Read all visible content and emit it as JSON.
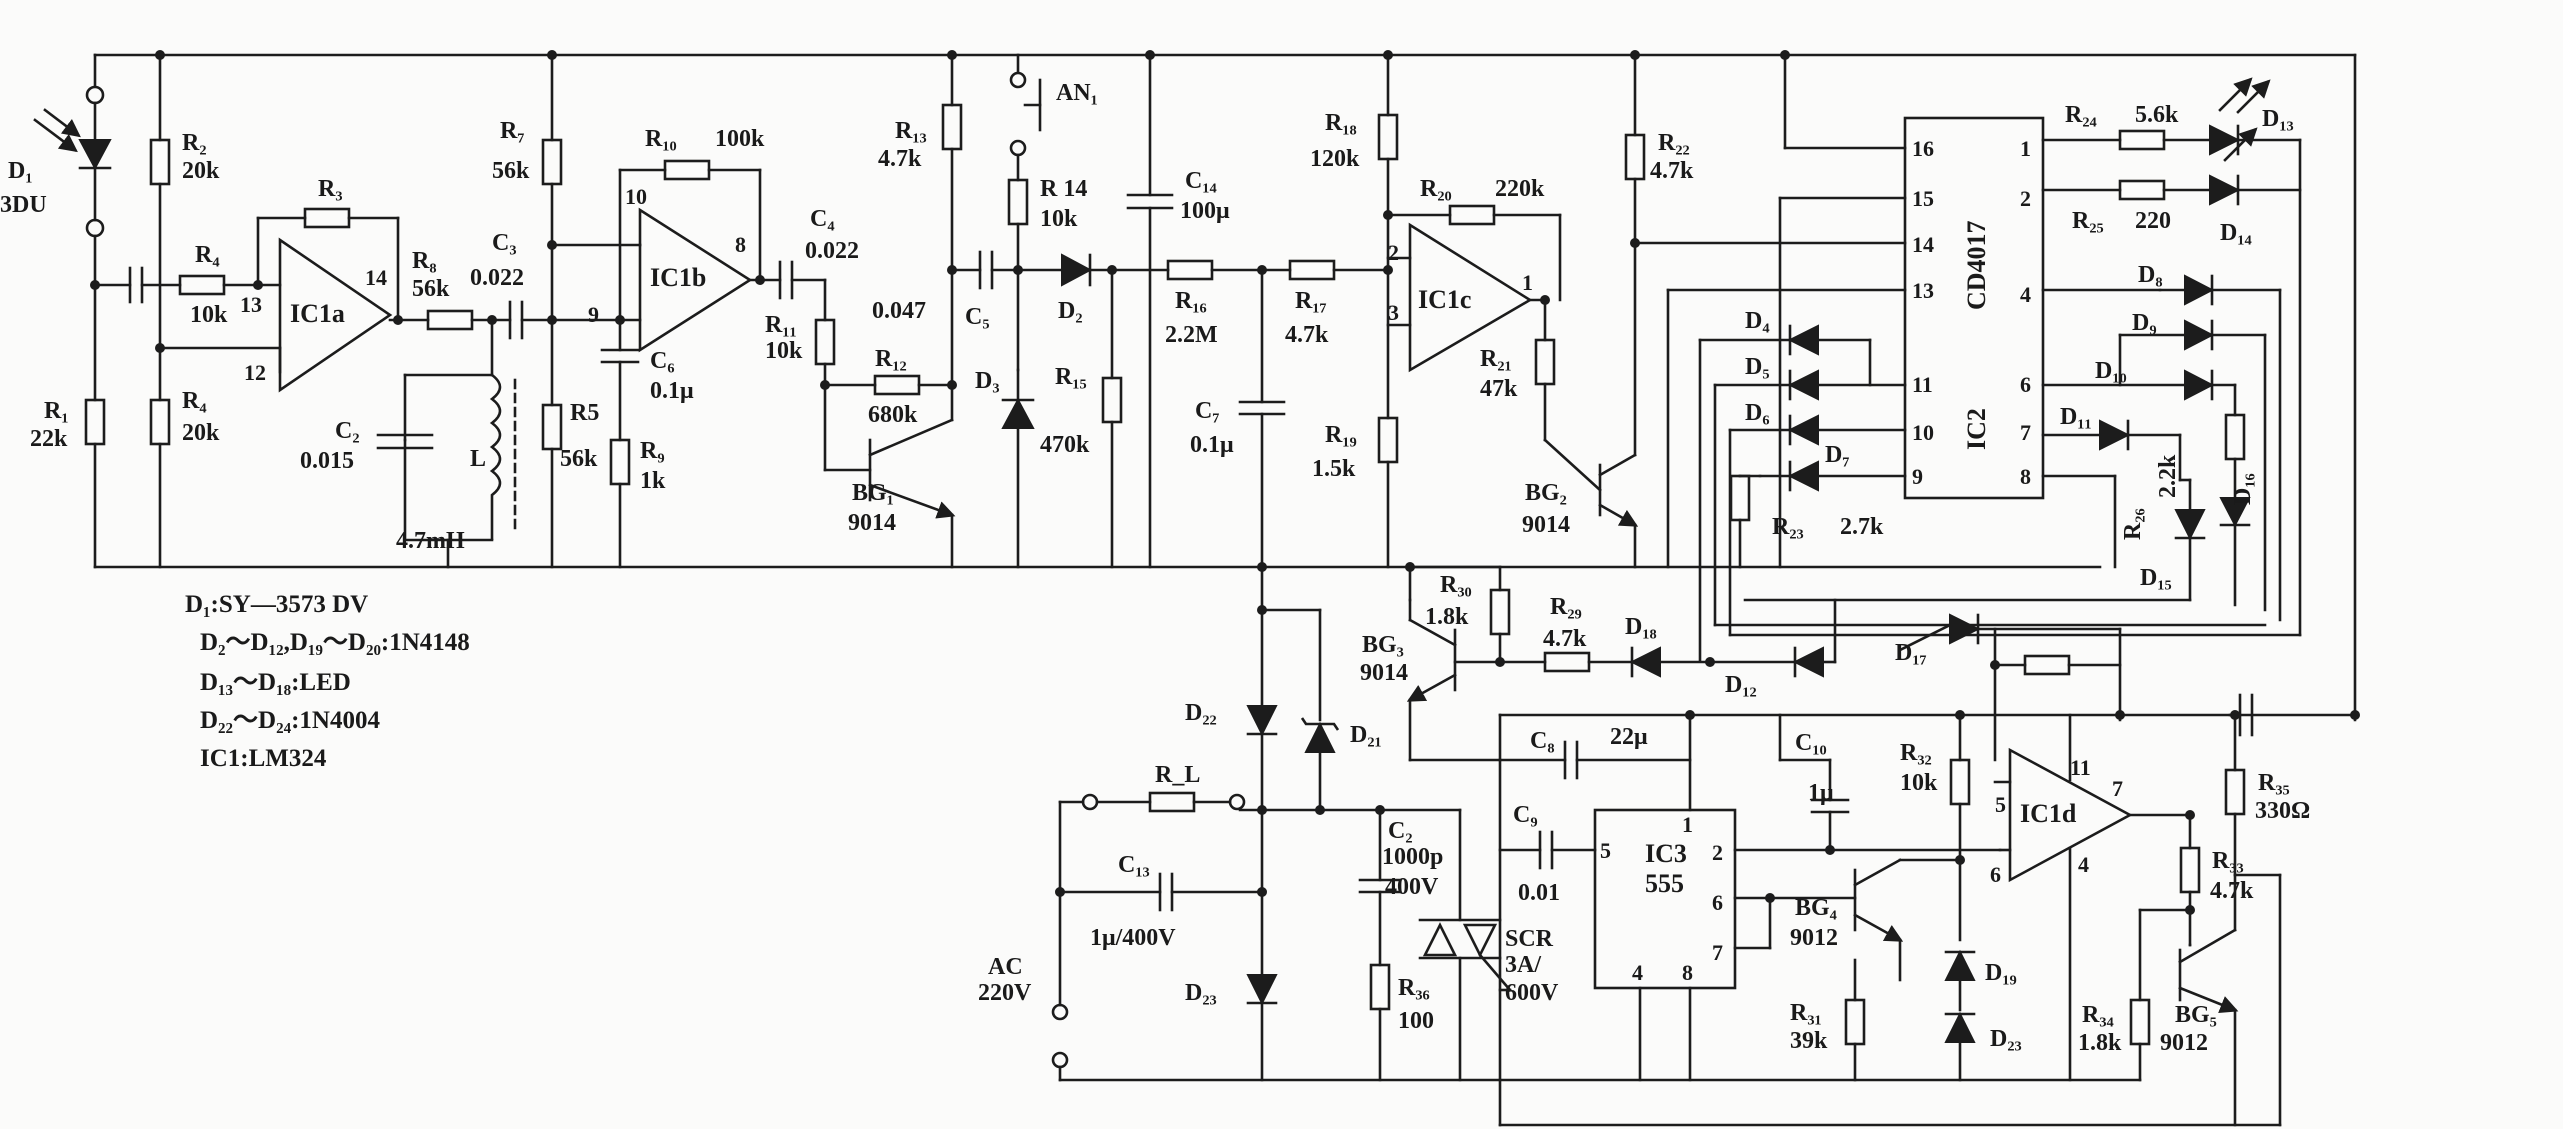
{
  "labels": {
    "D1": "D₁",
    "D1val": "3DU",
    "R1": "R₁",
    "R1val": "22k",
    "R2": "R₂",
    "R2val": "20k",
    "R3": "R₃",
    "R4a": "R₄",
    "R4aval": "10k",
    "R4b": "R₄",
    "R4bval": "20k",
    "R5": "R5",
    "R5val": "56k",
    "R7": "R₇",
    "R7val": "56k",
    "R8": "R₈",
    "R8val": "56k",
    "R9": "R₉",
    "R9val": "1k",
    "R10": "R₁₀",
    "R10val": "100k",
    "R11": "R₁₁",
    "R11val": "10k",
    "R12": "R₁₂",
    "R12val": "680k",
    "R13": "R₁₃",
    "R13val": "4.7k",
    "R14": "R 14",
    "R14val": "10k",
    "R15": "R₁₅",
    "R15val": "470k",
    "R16": "R₁₆",
    "R16val": "2.2M",
    "R17": "R₁₇",
    "R17val": "4.7k",
    "R18": "R₁₈",
    "R18val": "120k",
    "R19": "R₁₉",
    "R19val": "1.5k",
    "R20": "R₂₀",
    "R20val": "220k",
    "R21": "R₂₁",
    "R21val": "47k",
    "R22": "R₂₂",
    "R22val": "4.7k",
    "R23": "R₂₃",
    "R23val": "2.7k",
    "R24": "R₂₄",
    "R24val": "5.6k",
    "R25": "R₂₅",
    "R25val": "220",
    "R26": "R₂₆",
    "R26val": "2.2k",
    "R29": "R₂₉",
    "R29val": "4.7k",
    "R30": "R₃₀",
    "R30val": "1.8k",
    "R31": "R₃₁",
    "R31val": "39k",
    "R32": "R₃₂",
    "R32val": "10k",
    "R33": "R₃₃",
    "R33val": "4.7k",
    "R34": "R₃₄",
    "R34val": "1.8k",
    "R35": "R₃₅",
    "R35val": "330Ω",
    "R36": "R₃₆",
    "R36val": "100",
    "RL": "R_L",
    "C2a": "C₂",
    "C2aval": "0.015",
    "C3": "C₃",
    "C3val": "0.022",
    "C4": "C₄",
    "C4val": "0.022",
    "C5": "C₅",
    "C5val": "0.047",
    "C6": "C₆",
    "C6val": "0.1μ",
    "C7": "C₇",
    "C7val": "0.1μ",
    "C8": "C₈",
    "C8val": "22μ",
    "C9": "C₉",
    "C9val": "0.01",
    "C10": "C₁₀",
    "C10val": "1μ",
    "C13": "C₁₃",
    "C13val": "1μ/400V",
    "C14": "C₁₄",
    "C14val": "100μ",
    "C2b": "C₂",
    "C2bval": "1000p",
    "C2bv": "400V",
    "L": "L",
    "Lval": "4.7mH",
    "IC1a": "IC1a",
    "IC1b": "IC1b",
    "IC1c": "IC1c",
    "IC1d": "IC1d",
    "IC2": "IC2",
    "IC2name": "CD4017",
    "IC3": "IC3",
    "IC3name": "555",
    "BG1": "BG₁",
    "BG1val": "9014",
    "BG2": "BG₂",
    "BG2val": "9014",
    "BG3": "BG₃",
    "BG3val": "9014",
    "BG4": "BG₄",
    "BG4val": "9012",
    "BG5": "BG₅",
    "BG5val": "9012",
    "AN1": "AN₁",
    "D2": "D₂",
    "D3": "D₃",
    "D4": "D₄",
    "D5": "D₅",
    "D6": "D₆",
    "D7": "D₇",
    "D8": "D₈",
    "D9": "D₉",
    "D10": "D₁₀",
    "D11": "D₁₁",
    "D12": "D₁₂",
    "D13": "D₁₃",
    "D14": "D₁₄",
    "D15": "D₁₅",
    "D16": "D₁₆",
    "D17": "D₁₇",
    "D18": "D₁₈",
    "D19": "D₁₉",
    "D21": "D₂₁",
    "D22": "D₂₂",
    "D23a": "D₂₃",
    "D23b": "D₂₃",
    "SCR": "SCR",
    "SCRval1": "3A/",
    "SCRval2": "600V",
    "AC": "AC",
    "ACval": "220V",
    "pins": {
      "p13a": "13",
      "p12a": "12",
      "p14a": "14",
      "p10b": "10",
      "p9b": "9",
      "p8b": "8",
      "p2c": "2",
      "p3c": "3",
      "p1c": "1",
      "p16": "16",
      "p15": "15",
      "p14": "14",
      "p13": "13",
      "p11": "11",
      "p10": "10",
      "p9": "9",
      "p1": "1",
      "p2": "2",
      "p4": "4",
      "p6": "6",
      "p7": "7",
      "p8": "8",
      "i1": "1",
      "i2": "2",
      "i5": "5",
      "i6": "6",
      "i7": "7",
      "i4": "4",
      "i8": "8",
      "d11": "11",
      "d5": "5",
      "d6": "6",
      "d7": "7",
      "d4": "4"
    }
  },
  "notes": [
    "D₁:SY—3573 DV",
    "D₂～D₁₂,D₁₉～D₂₀:1N4148",
    "D₁₃～D₁₈:LED",
    "D₂₂～D₂₄:1N4004",
    "IC1:LM324"
  ]
}
